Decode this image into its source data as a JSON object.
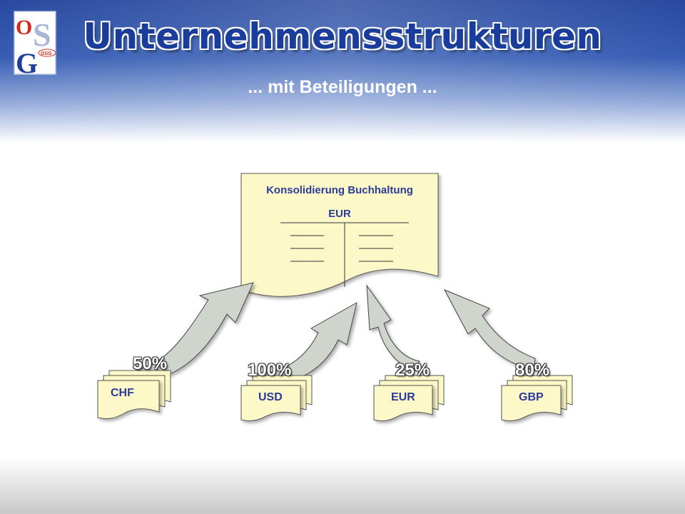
{
  "header": {
    "title": "Unternehmensstrukturen",
    "subtitle": "... mit Beteiligungen ..."
  },
  "logo": {
    "letters": [
      "O",
      "S",
      "G"
    ],
    "small_text": "OSG"
  },
  "consolidation": {
    "title": "Konsolidierung Buchhaltung",
    "currency": "EUR"
  },
  "subsidiaries": [
    {
      "currency": "CHF",
      "share": "50%"
    },
    {
      "currency": "USD",
      "share": "100%"
    },
    {
      "currency": "EUR",
      "share": "25%"
    },
    {
      "currency": "GBP",
      "share": "80%"
    }
  ],
  "colors": {
    "header_blue": "#1d3f9a",
    "text_blue": "#2a3b9a",
    "document_fill": "#fdf8c8",
    "arrow_fill": "#cfd5cc",
    "logo_red": "#d62a1e"
  }
}
